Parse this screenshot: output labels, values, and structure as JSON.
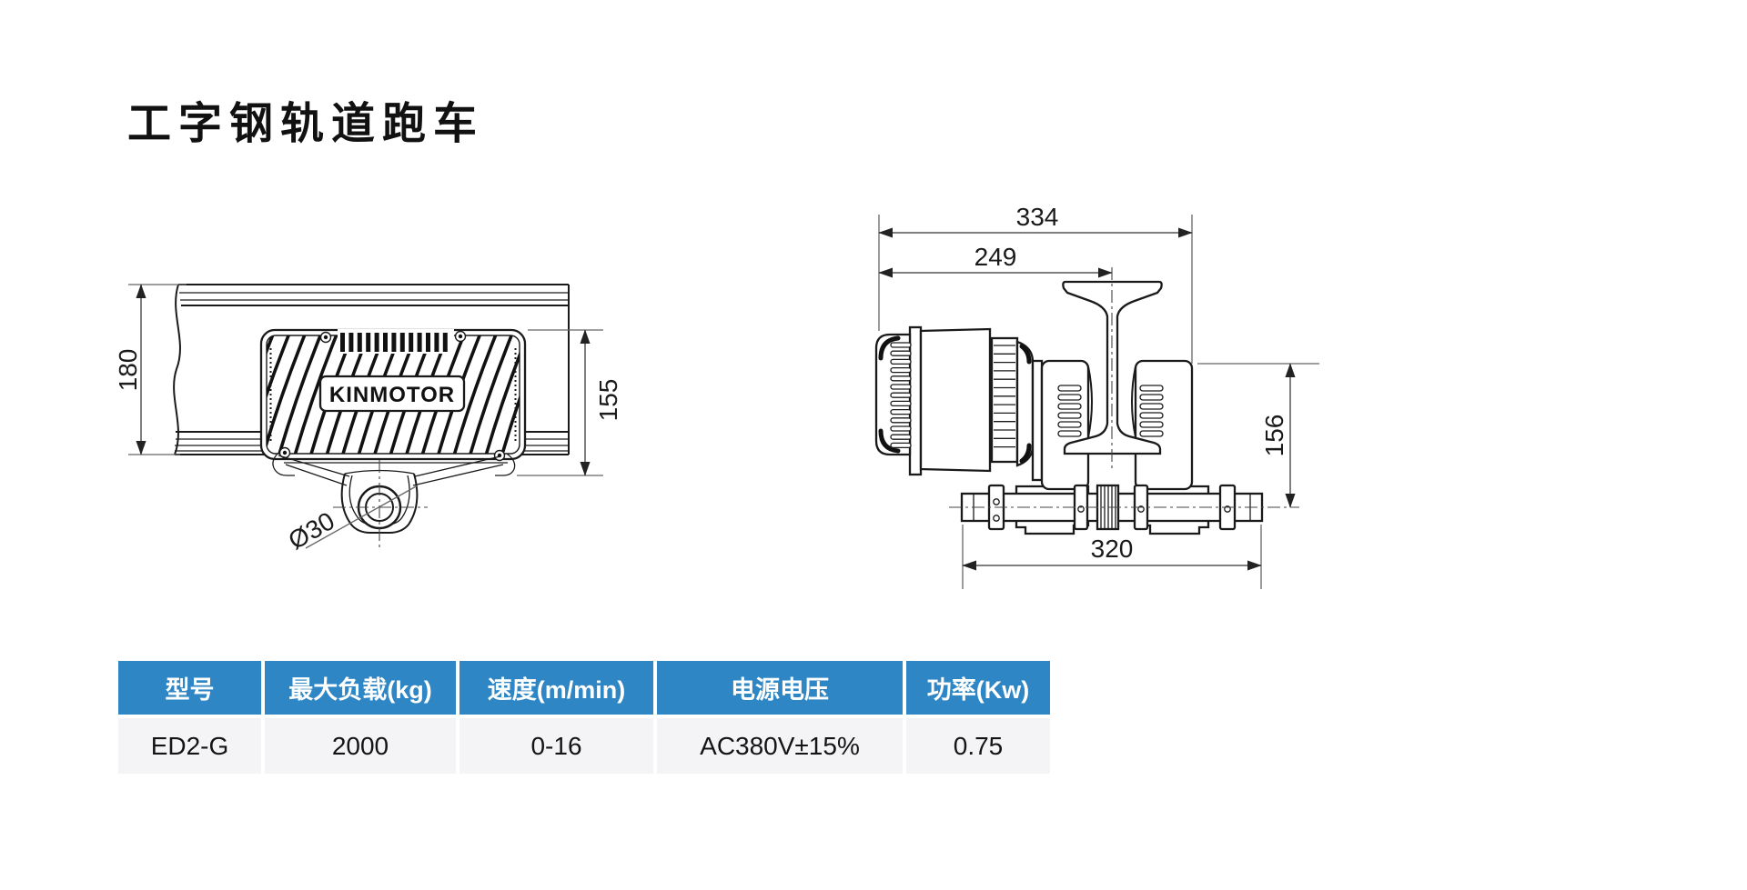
{
  "page": {
    "title": "工字钢轨道跑车"
  },
  "side_view": {
    "brand_label": "KINMOTOR",
    "dim_rail_height": "180",
    "dim_body_height": "155",
    "dim_hole_diameter": "Ø30"
  },
  "end_view": {
    "dim_overall_width": "334",
    "dim_left_to_rail_center": "249",
    "dim_height_below_rail": "156",
    "dim_wheelbase": "320"
  },
  "spec_table": {
    "header_bg": "#2E86C4",
    "row_bg": "#F4F4F6",
    "headers": [
      "型号",
      "最大负载(kg)",
      "速度(m/min)",
      "电源电压",
      "功率(Kw)"
    ],
    "rows": [
      [
        "ED2-G",
        "2000",
        "0-16",
        "AC380V±15%",
        "0.75"
      ]
    ]
  }
}
